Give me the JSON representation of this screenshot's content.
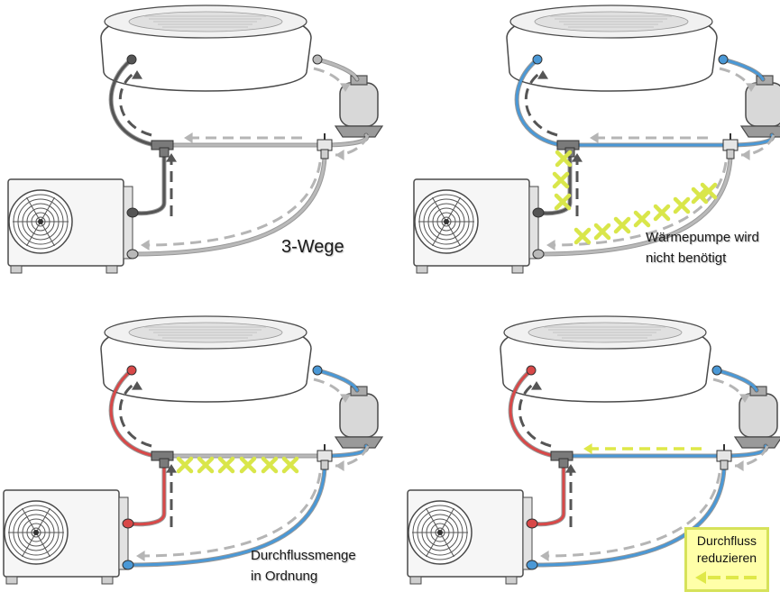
{
  "colors": {
    "pipe_dark": "#555555",
    "pipe_grey": "#b9b9b9",
    "pipe_blue": "#4a98d6",
    "pipe_red": "#d84848",
    "cross_yellow": "#d9e64a",
    "flow_yellow": "#dfe848",
    "outline": "#4a4a4a"
  },
  "panels": [
    {
      "label_lines": [
        "3-Wege"
      ]
    },
    {
      "label_lines": [
        "Wärmepumpe wird",
        "nicht benötigt"
      ]
    },
    {
      "label_lines": [
        "Durchflussmenge",
        "in Ordnung"
      ]
    },
    {
      "label_lines": [
        "Durchfluss",
        "reduzieren"
      ]
    }
  ]
}
